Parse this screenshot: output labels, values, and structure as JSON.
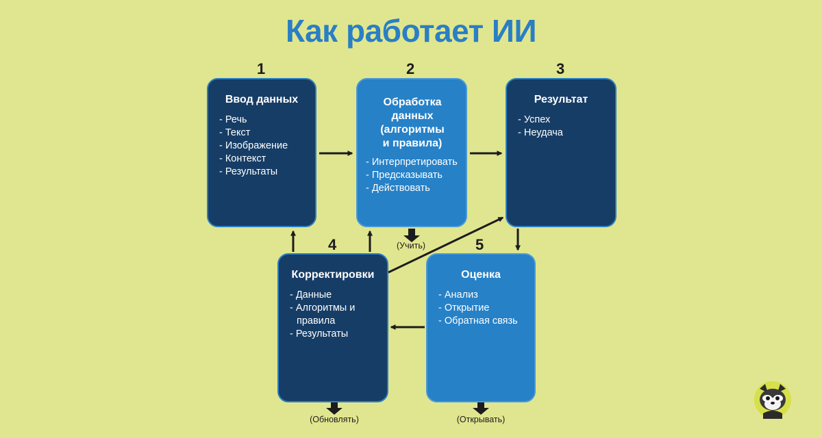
{
  "title": "Как работает ИИ",
  "steps": [
    {
      "num": "1",
      "heading": "Ввод данных",
      "items": [
        "Речь",
        "Текст",
        "Изображение",
        "Контекст",
        "Результаты"
      ]
    },
    {
      "num": "2",
      "heading": "Обработка данных\n(алгоритмы\nи правила)",
      "items": [
        "Интерпретировать",
        "Предсказывать",
        "Действовать"
      ],
      "caption": "(Учить)"
    },
    {
      "num": "3",
      "heading": "Результат",
      "items": [
        "Успех",
        "Неудача"
      ]
    },
    {
      "num": "4",
      "heading": "Корректировки",
      "items": [
        "Данные",
        "Алгоритмы и правила",
        "Результаты"
      ],
      "caption": "(Обновлять)"
    },
    {
      "num": "5",
      "heading": "Оценка",
      "items": [
        "Анализ",
        "Открытие",
        "Обратная связь"
      ],
      "caption": "(Открывать)"
    }
  ],
  "colors": {
    "background": "#e0e68f",
    "title": "#2a7fc4",
    "dark_box": "#163d66",
    "light_box": "#2681c7",
    "arrow": "#1c1c1c"
  },
  "icons": [
    "raccoon-mascot-icon"
  ]
}
